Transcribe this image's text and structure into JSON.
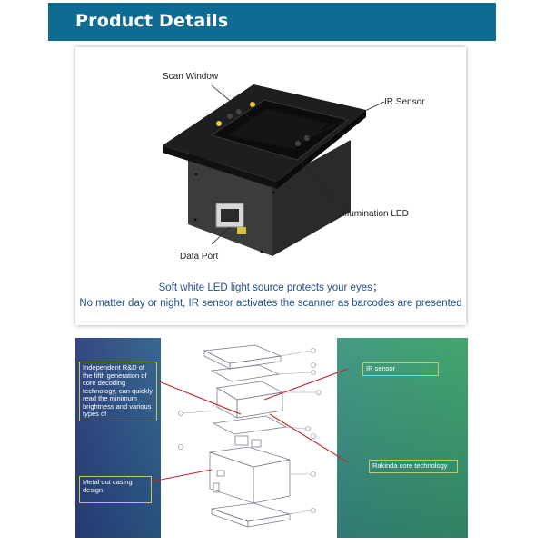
{
  "header": {
    "title": "Product Details",
    "bg_color": "#0d6b94"
  },
  "photo": {
    "callouts": {
      "scan_window": "Scan Window",
      "ir_sensor": "IR Sensor",
      "illumination_led": "Illumination LED",
      "data_port": "Data Port"
    },
    "tagline_1": "Soft white LED light source protects your eyes；",
    "tagline_2": "No matter day or night, IR sensor activates the scanner as barcodes are presented"
  },
  "diagram": {
    "labels": {
      "rnd": "Independent R&D of the fifth generation of core decoding technology, can quickly read the minimum brightness and various types of",
      "ir_sensor": "IR sensor",
      "core_tech": "Rakinda core technology",
      "casing": "Metal out casing design"
    }
  }
}
